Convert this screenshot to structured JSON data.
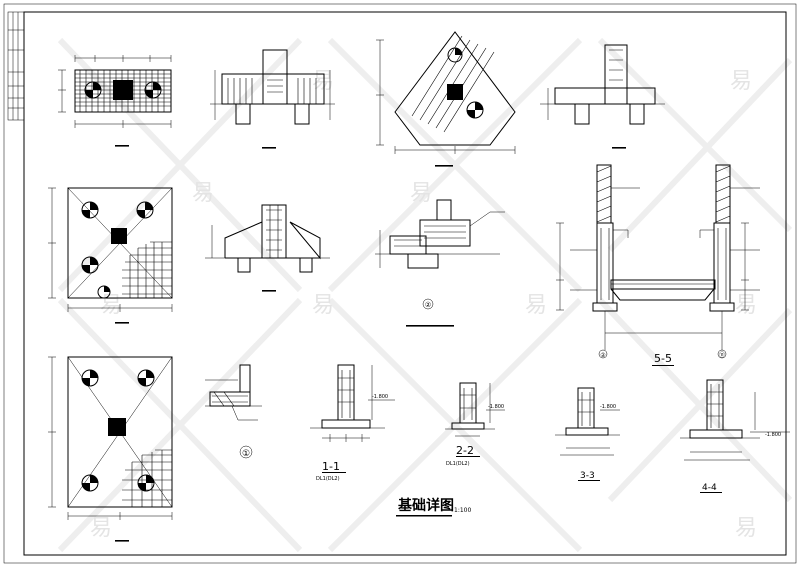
{
  "drawing": {
    "title": "基础详图",
    "scale": "1:100",
    "sections": {
      "s1": "1-1",
      "s2": "2-2",
      "s3": "3-3",
      "s4": "4-4",
      "s5": "5-5"
    },
    "beam_labels": {
      "s1": "DL1(DL2)",
      "s2": "DL1(DL2)"
    },
    "elevations": {
      "e1": "-1.800",
      "e2": "-1.800",
      "e3": "-1.800",
      "e4": "-1.800"
    },
    "detail_markers": {
      "d1": "①",
      "d2": "②",
      "axis_a": "②",
      "axis_b": "⑪"
    },
    "watermark": "易"
  }
}
